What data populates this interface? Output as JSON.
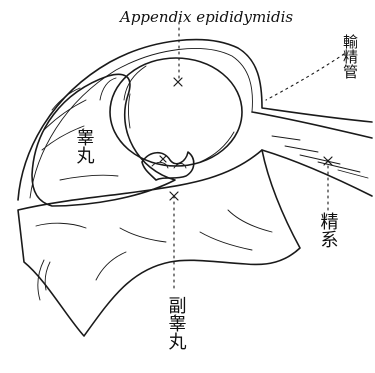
{
  "labels": {
    "appendix": "Appendix epididymidis",
    "duct": "輸精管",
    "testis": "睾丸",
    "cord": "精系",
    "epididymis": "副睾丸"
  }
}
